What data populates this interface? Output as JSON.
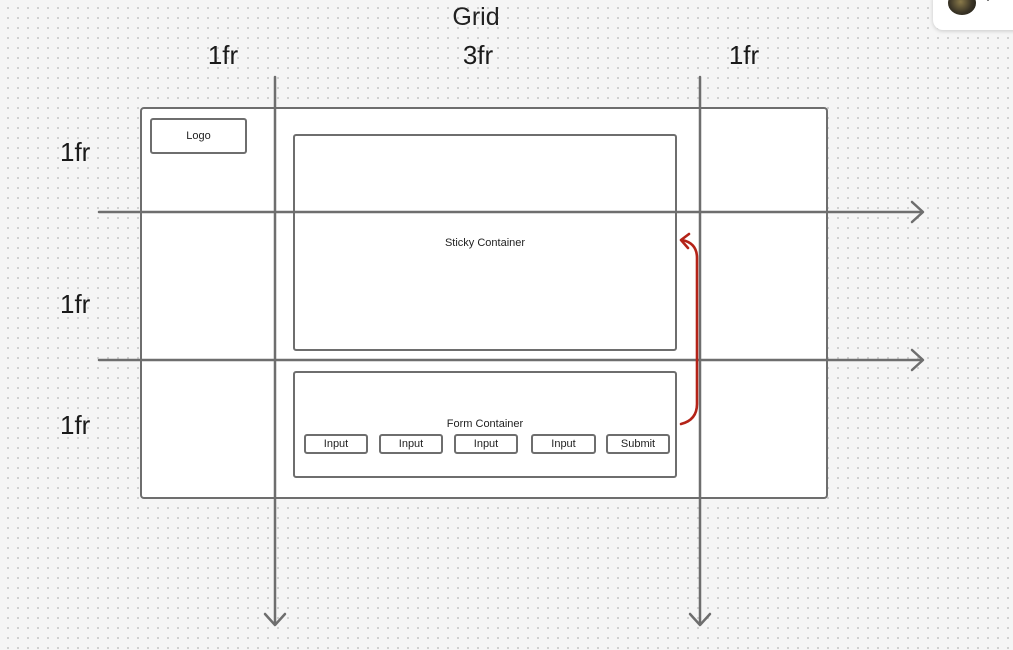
{
  "diagram": {
    "title": "Grid",
    "columns": [
      "1fr",
      "3fr",
      "1fr"
    ],
    "rows": [
      "1fr",
      "1fr",
      "1fr"
    ],
    "logo_label": "Logo",
    "sticky_label": "Sticky Container",
    "form_label": "Form Container",
    "form_fields": [
      "Input",
      "Input",
      "Input",
      "Input"
    ],
    "submit_label": "Submit"
  },
  "colors": {
    "canvas": "#f5f5f5",
    "stroke": "#6e6e6e",
    "accent_arrow": "#b42318"
  },
  "icons": {
    "user": "avatar-icon",
    "menu": "chevron-down-icon"
  }
}
